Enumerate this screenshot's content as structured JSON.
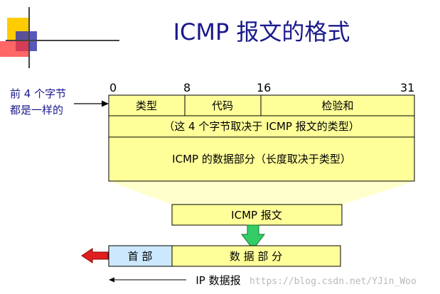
{
  "title": "ICMP 报文的格式",
  "side_note": {
    "line1": "前 4 个字节",
    "line2": "都是一样的"
  },
  "bit_labels": [
    "0",
    "8",
    "16",
    "31"
  ],
  "header_fields": {
    "type": "类型",
    "code": "代码",
    "checksum": "检验和"
  },
  "row2_text": "（这 4 个字节取决于 ICMP 报文的类型）",
  "row3_text": "ICMP 的数据部分（长度取决于类型）",
  "icmp_box_label": "ICMP 报文",
  "ip_header_label": "首 部",
  "ip_data_label": "数 据 部 分",
  "ip_datagram_label": "IP 数据报",
  "watermark": "https://blog.csdn.net/YJin_Woo",
  "colors": {
    "title": "#1a1a8c",
    "field_fill": "#ffff99",
    "cone_fill": "#ffffcc",
    "header_fill": "#cce8ff",
    "arrow_green": "#33cc66",
    "arrow_red": "#e02020"
  }
}
